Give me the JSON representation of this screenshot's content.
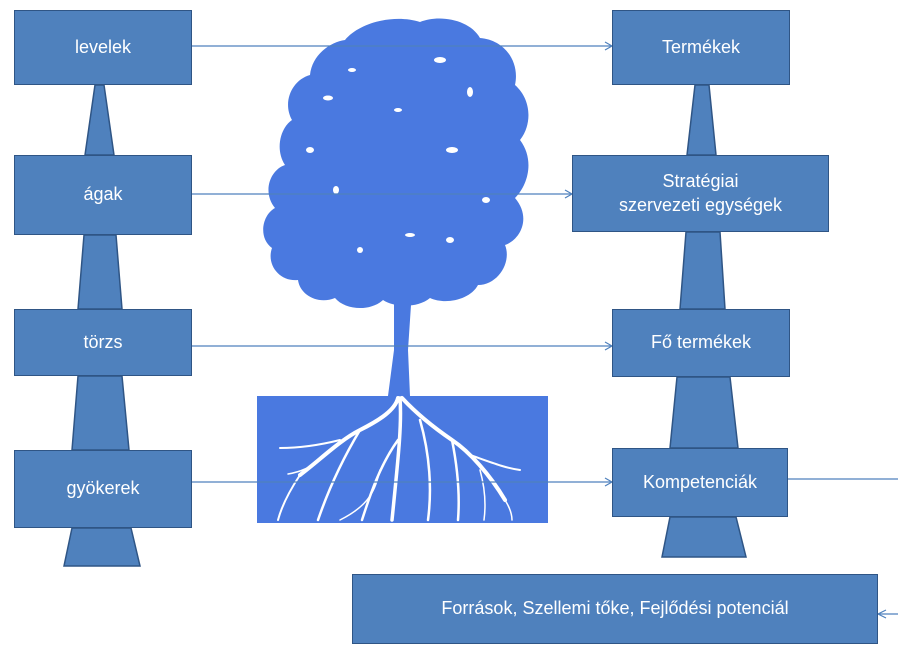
{
  "left_column": {
    "items": [
      {
        "label": "levelek"
      },
      {
        "label": "ágak"
      },
      {
        "label": "törzs"
      },
      {
        "label": "gyökerek"
      }
    ]
  },
  "right_column": {
    "items": [
      {
        "label": "Termékek"
      },
      {
        "label": "Stratégiai\nszervezeti egységek"
      },
      {
        "label": "Fő termékek"
      },
      {
        "label": "Kompetenciák"
      }
    ]
  },
  "bottom_box": {
    "label": "Források, Szellemi tőke, Fejlődési potenciál"
  },
  "colors": {
    "box_fill": "#4f81bd",
    "box_border": "#2f5585",
    "tree_fill": "#4a79e0",
    "roots": "#ffffff",
    "connector": "#4f81bd"
  },
  "icons": {
    "tree": "tree-silhouette-icon"
  }
}
